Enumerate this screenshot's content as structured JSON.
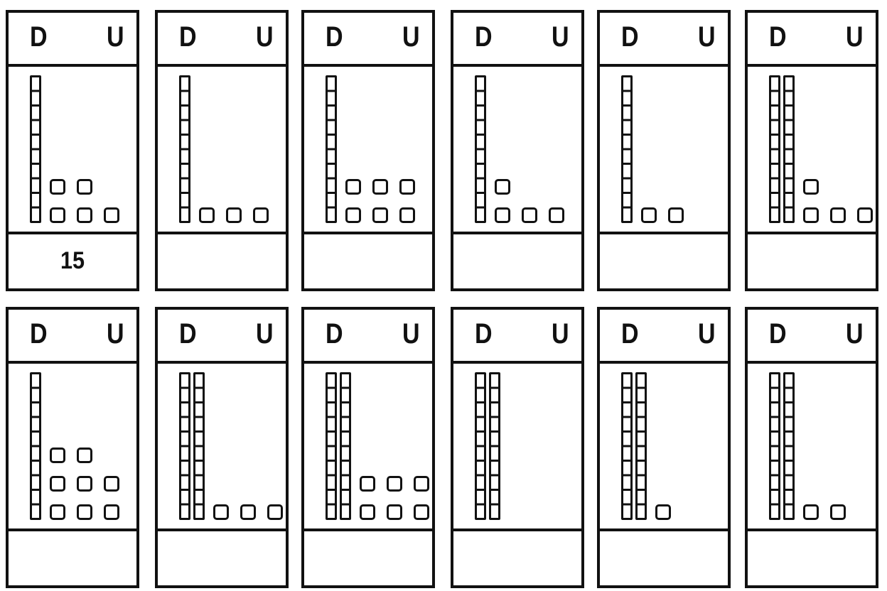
{
  "worksheet": {
    "cards": [
      {
        "tens_label": "D",
        "units_label": "U",
        "tens": 1,
        "units": 5,
        "answer": "15"
      },
      {
        "tens_label": "D",
        "units_label": "U",
        "tens": 1,
        "units": 3,
        "answer": ""
      },
      {
        "tens_label": "D",
        "units_label": "U",
        "tens": 1,
        "units": 6,
        "answer": ""
      },
      {
        "tens_label": "D",
        "units_label": "U",
        "tens": 1,
        "units": 4,
        "answer": ""
      },
      {
        "tens_label": "D",
        "units_label": "U",
        "tens": 1,
        "units": 2,
        "answer": ""
      },
      {
        "tens_label": "D",
        "units_label": "U",
        "tens": 2,
        "units": 4,
        "answer": ""
      },
      {
        "tens_label": "D",
        "units_label": "U",
        "tens": 1,
        "units": 8,
        "answer": ""
      },
      {
        "tens_label": "D",
        "units_label": "U",
        "tens": 2,
        "units": 3,
        "answer": ""
      },
      {
        "tens_label": "D",
        "units_label": "U",
        "tens": 2,
        "units": 6,
        "answer": ""
      },
      {
        "tens_label": "D",
        "units_label": "U",
        "tens": 2,
        "units": 0,
        "answer": ""
      },
      {
        "tens_label": "D",
        "units_label": "U",
        "tens": 2,
        "units": 1,
        "answer": ""
      },
      {
        "tens_label": "D",
        "units_label": "U",
        "tens": 2,
        "units": 2,
        "answer": ""
      }
    ]
  }
}
